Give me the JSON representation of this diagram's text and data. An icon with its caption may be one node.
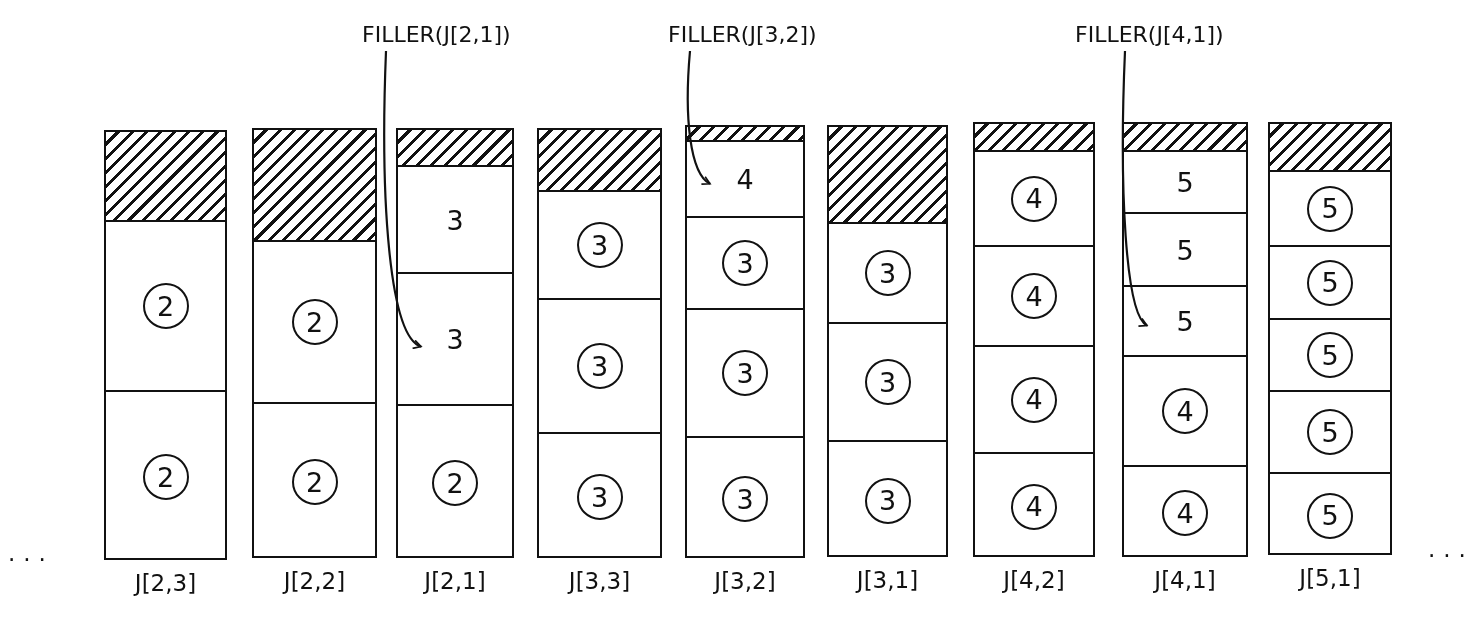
{
  "diagram": {
    "nodes": [
      {
        "text": [
          "FILLER(J[2,1])"
        ]
      },
      {
        "text": [
          "FILLER(J[3,2])"
        ]
      },
      {
        "text": [
          "FILLER(J[4,1])"
        ]
      },
      {
        "text": [
          "J[2,3]"
        ]
      },
      {
        "text": [],
        "shape": "box",
        "in": 3
      },
      {
        "text": [],
        "shape": "box",
        "in": 3
      },
      {
        "text": [
          "2"
        ],
        "in": 5
      },
      {
        "text": [],
        "shape": "box",
        "in": 3
      },
      {
        "text": [
          "2"
        ],
        "in": 7
      },
      {
        "text": [
          "J[2,2]"
        ]
      },
      {
        "text": [],
        "shape": "box",
        "in": 9
      },
      {
        "text": [],
        "shape": "box",
        "in": 9
      },
      {
        "text": [
          "2"
        ],
        "in": 11
      },
      {
        "text": [],
        "shape": "box",
        "in": 9
      },
      {
        "text": [
          "2"
        ],
        "in": 13
      },
      {
        "text": [
          "J[2,1]"
        ]
      },
      {
        "text": [],
        "shape": "box",
        "in": 15
      },
      {
        "text": [
          "3"
        ],
        "in": 15
      },
      {
        "text": [
          "3"
        ],
        "in": 15
      },
      {
        "text": [],
        "shape": "box",
        "in": 15
      },
      {
        "text": [
          "2"
        ],
        "in": 19
      },
      {
        "text": [
          "J[3,3]"
        ]
      },
      {
        "text": [],
        "shape": "box",
        "in": 21
      },
      {
        "text": [],
        "shape": "box",
        "in": 21
      },
      {
        "text": [
          "3"
        ],
        "in": 23
      },
      {
        "text": [],
        "shape": "box",
        "in": 21
      },
      {
        "text": [
          "3"
        ],
        "in": 25
      },
      {
        "text": [],
        "shape": "box",
        "in": 21
      },
      {
        "text": [
          "3"
        ],
        "in": 27
      },
      {
        "text": [
          "J[3,2]"
        ]
      },
      {
        "text": [],
        "shape": "box",
        "in": 29
      },
      {
        "text": [
          "4"
        ],
        "in": 29
      },
      {
        "text": [],
        "shape": "box",
        "in": 29
      },
      {
        "text": [
          "3"
        ],
        "in": 32
      },
      {
        "text": [],
        "shape": "box",
        "in": 29
      },
      {
        "text": [
          "3"
        ],
        "in": 34
      },
      {
        "text": [],
        "shape": "box",
        "in": 29
      },
      {
        "text": [
          "3"
        ],
        "in": 36
      },
      {
        "text": [
          "J[3,1]"
        ]
      },
      {
        "text": [],
        "shape": "box",
        "in": 38
      },
      {
        "text": [],
        "shape": "box",
        "in": 38
      },
      {
        "text": [
          "3"
        ],
        "in": 40
      },
      {
        "text": [],
        "shape": "box",
        "in": 38
      },
      {
        "text": [
          "3"
        ],
        "in": 42
      },
      {
        "text": [],
        "shape": "box",
        "in": 38
      },
      {
        "text": [
          "3"
        ],
        "in": 44
      },
      {
        "text": [
          "J[4,2]"
        ]
      },
      {
        "text": [],
        "shape": "box",
        "in": 46
      },
      {
        "text": [],
        "shape": "box",
        "in": 46
      },
      {
        "text": [
          "4"
        ],
        "in": 48
      },
      {
        "text": [],
        "shape": "box",
        "in": 46
      },
      {
        "text": [
          "4"
        ],
        "in": 50
      },
      {
        "text": [],
        "shape": "box",
        "in": 46
      },
      {
        "text": [
          "4"
        ],
        "in": 52
      },
      {
        "text": [],
        "shape": "box",
        "in": 46
      },
      {
        "text": [
          "4"
        ],
        "in": 54
      },
      {
        "text": [
          "J[4,1]"
        ]
      },
      {
        "text": [],
        "shape": "box",
        "in": 56
      },
      {
        "text": [
          "5"
        ],
        "in": 56
      },
      {
        "text": [
          "5"
        ],
        "in": 56
      },
      {
        "text": [
          "5"
        ],
        "in": 56
      },
      {
        "text": [],
        "shape": "box",
        "in": 56
      },
      {
        "text": [
          "4"
        ],
        "in": 61
      },
      {
        "text": [],
        "shape": "box",
        "in": 56
      },
      {
        "text": [
          "4"
        ],
        "in": 63
      },
      {
        "text": [
          "J[5,1]"
        ]
      },
      {
        "text": [],
        "shape": "box",
        "in": 65
      },
      {
        "text": [],
        "shape": "box",
        "in": 65
      },
      {
        "text": [
          "5"
        ],
        "in": 67
      },
      {
        "text": [],
        "shape": "box",
        "in": 65
      },
      {
        "text": [
          "5"
        ],
        "in": 69
      },
      {
        "text": [],
        "shape": "box",
        "in": 65
      },
      {
        "text": [
          "5"
        ],
        "in": 71
      },
      {
        "text": [],
        "shape": "box",
        "in": 65
      },
      {
        "text": [
          "5"
        ],
        "in": 73
      },
      {
        "text": [],
        "shape": "box",
        "in": 65
      },
      {
        "text": [
          "5"
        ],
        "in": 75
      }
    ],
    "edges": [
      {
        "from": 0,
        "to": 18,
        "arrow": "to"
      },
      {
        "from": 1,
        "to": 31,
        "arrow": "to"
      },
      {
        "from": 2,
        "to": 60,
        "arrow": "to"
      }
    ],
    "labels": [
      "...",
      "..."
    ]
  }
}
